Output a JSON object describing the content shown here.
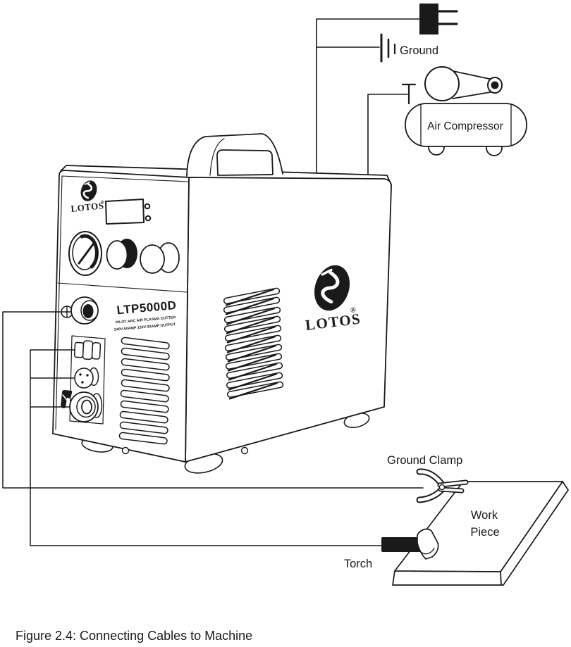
{
  "figure": {
    "caption": "Figure 2.4: Connecting Cables to Machine"
  },
  "labels": {
    "ground": "Ground",
    "air_compressor": "Air Compressor",
    "ground_clamp": "Ground Clamp",
    "work_piece_line1": "Work",
    "work_piece_line2": "Piece",
    "torch": "Torch"
  },
  "machine": {
    "brand": "LOTOS",
    "registered": "®",
    "model": "LTP5000D",
    "tagline_line1": "PILOT ARC AIR PLASMA CUTTER",
    "tagline_line2": "240V-50AMP 120V-30AMP OUTPUT"
  },
  "colors": {
    "ink": "#1a1a1a",
    "paper": "#ffffff"
  }
}
